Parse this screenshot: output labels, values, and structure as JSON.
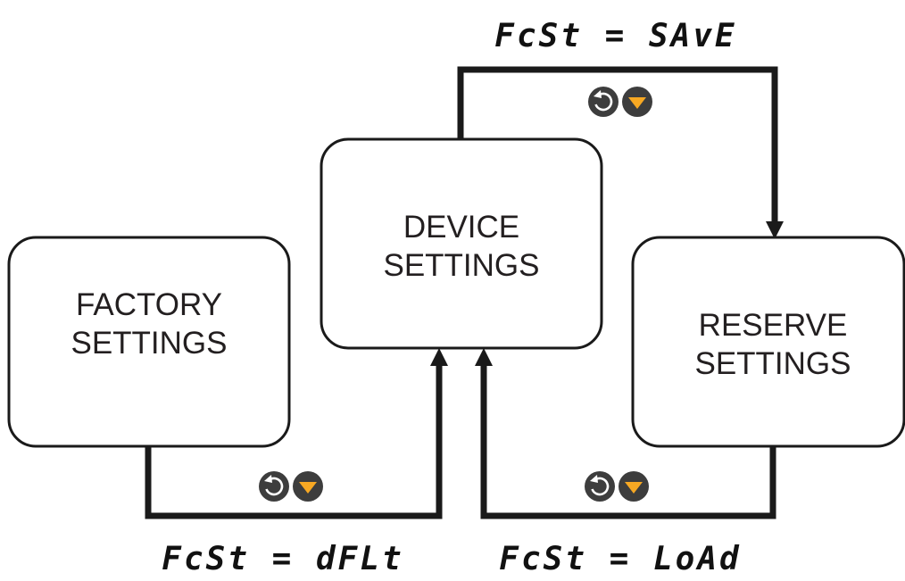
{
  "boxes": {
    "factory": {
      "line1": "FACTORY",
      "line2": "SETTINGS"
    },
    "device": {
      "line1": "DEVICE",
      "line2": "SETTINGS"
    },
    "reserve": {
      "line1": "RESERVE",
      "line2": "SETTINGS"
    }
  },
  "labels": {
    "save": "FcSt = SAvE",
    "default": "FcSt = dFLt",
    "load": "FcSt = LoAd"
  },
  "icons": [
    "cycle-icon",
    "arrow-down-icon"
  ],
  "colors": {
    "line": "#1a1a1a",
    "icon_bg": "#3d3d3d",
    "down_arrow": "#f7a823"
  }
}
